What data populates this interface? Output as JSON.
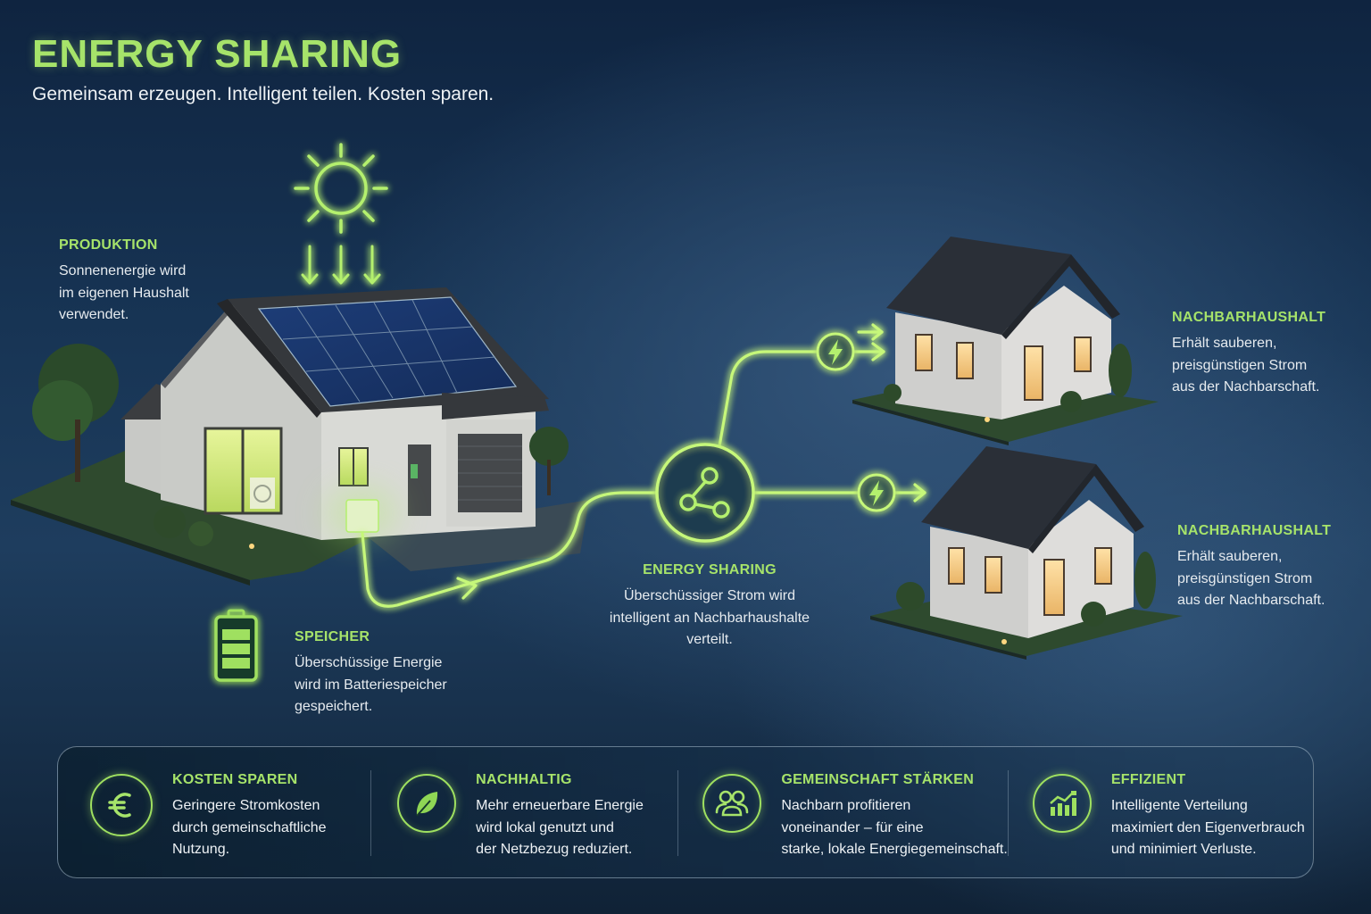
{
  "header": {
    "title": "ENERGY SHARING",
    "subtitle": "Gemeinsam erzeugen. Intelligent teilen. Kosten sparen."
  },
  "colors": {
    "accent_green": "#a6e36a",
    "glow_green": "#b4f06e",
    "background_dark": "#0f2440",
    "background_mid": "#1e3d5e",
    "text": "#eef2f5"
  },
  "scene": {
    "icons": [
      "sun-icon",
      "sun-ray-arrows",
      "battery-icon",
      "share-network-icon",
      "lightning-bolt-icon",
      "lightning-bolt-icon"
    ],
    "houses": [
      "producer-house-with-solar-panels",
      "neighbor-house-1",
      "neighbor-house-2"
    ]
  },
  "annotations": {
    "produktion": {
      "heading": "PRODUKTION",
      "lines": [
        "Sonnenenergie wird",
        "im eigenen Haushalt",
        "verwendet."
      ]
    },
    "speicher": {
      "heading": "SPEICHER",
      "lines": [
        "Überschüssige Energie",
        "wird im Batteriespeicher",
        "gespeichert."
      ]
    },
    "sharing": {
      "heading": "ENERGY SHARING",
      "lines": [
        "Überschüssiger Strom wird",
        "intelligent an Nachbarhaushalte",
        "verteilt."
      ]
    },
    "neighbor1": {
      "heading": "NACHBARHAUSHALT",
      "lines": [
        "Erhält sauberen,",
        "preisgünstigen Strom",
        "aus der Nachbarschaft."
      ]
    },
    "neighbor2": {
      "heading": "NACHBARHAUSHALT",
      "lines": [
        "Erhält sauberen,",
        "preisgünstigen Strom",
        "aus der Nachbarschaft."
      ]
    }
  },
  "benefits": [
    {
      "icon": "euro-icon",
      "heading": "KOSTEN SPAREN",
      "lines": [
        "Geringere Stromkosten",
        "durch gemeinschaftliche",
        "Nutzung."
      ]
    },
    {
      "icon": "leaf-icon",
      "heading": "NACHHALTIG",
      "lines": [
        "Mehr erneuerbare Energie",
        "wird lokal genutzt und",
        "der Netzbezug reduziert."
      ]
    },
    {
      "icon": "community-icon",
      "heading": "GEMEINSCHAFT STÄRKEN",
      "lines": [
        "Nachbarn profitieren",
        "voneinander – für eine",
        "starke, lokale Energiegemeinschaft."
      ]
    },
    {
      "icon": "growth-chart-icon",
      "heading": "EFFIZIENT",
      "lines": [
        "Intelligente Verteilung",
        "maximiert den Eigenverbrauch",
        "und minimiert Verluste."
      ]
    }
  ]
}
